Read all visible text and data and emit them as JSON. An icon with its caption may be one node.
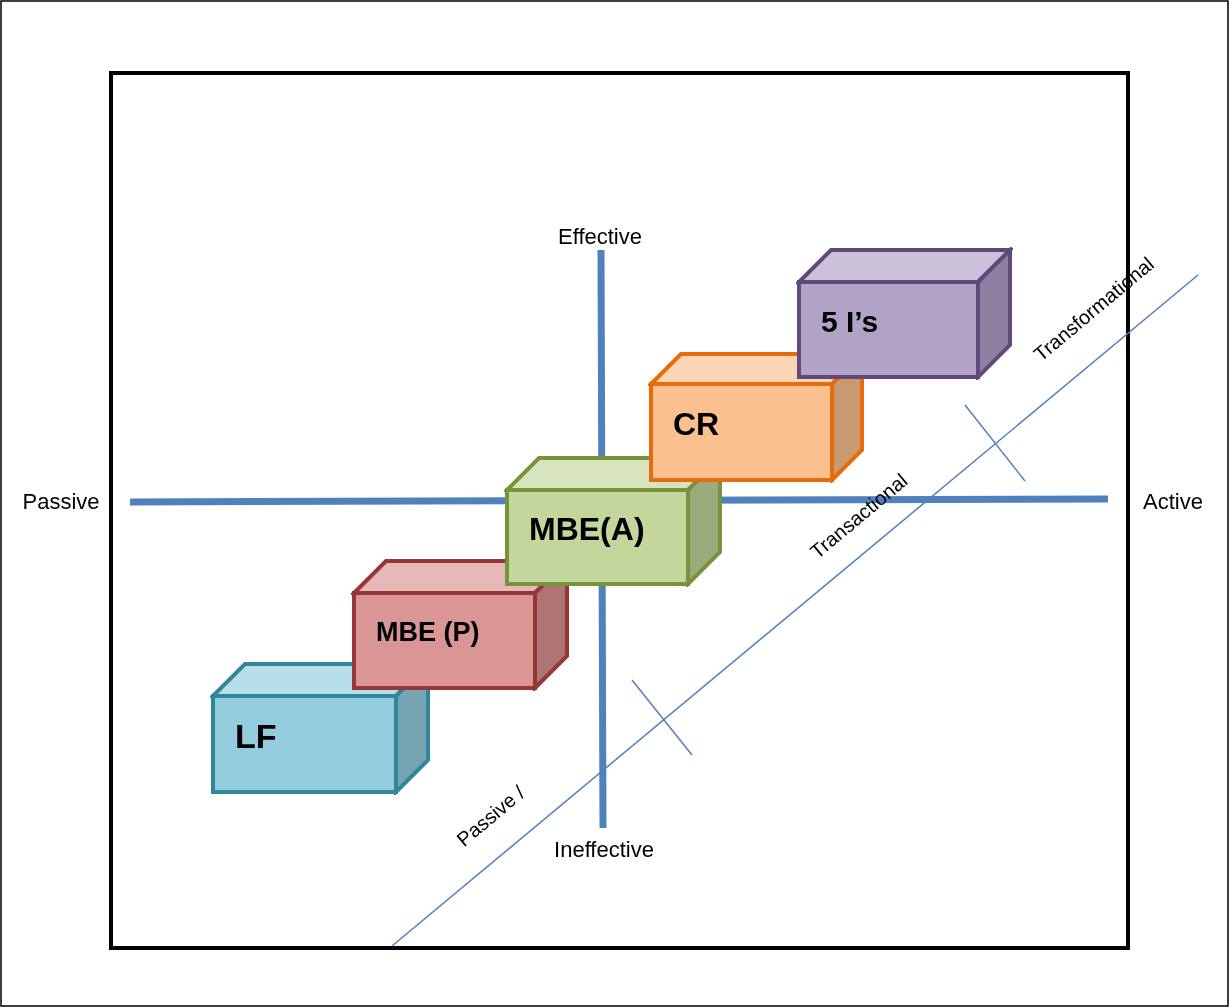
{
  "diagram": {
    "nodes": [
      {
        "text": [
          "5 I’s"
        ]
      },
      {
        "text": [
          "CR"
        ]
      },
      {
        "text": [
          "MBE(A)"
        ]
      },
      {
        "text": [
          "MBE (P)"
        ]
      },
      {
        "text": [
          "LF"
        ]
      }
    ],
    "labels": [
      "Effective",
      "Transformational",
      "Passive",
      "Active",
      "Transactional",
      "Passive /",
      "Ineffective"
    ]
  }
}
